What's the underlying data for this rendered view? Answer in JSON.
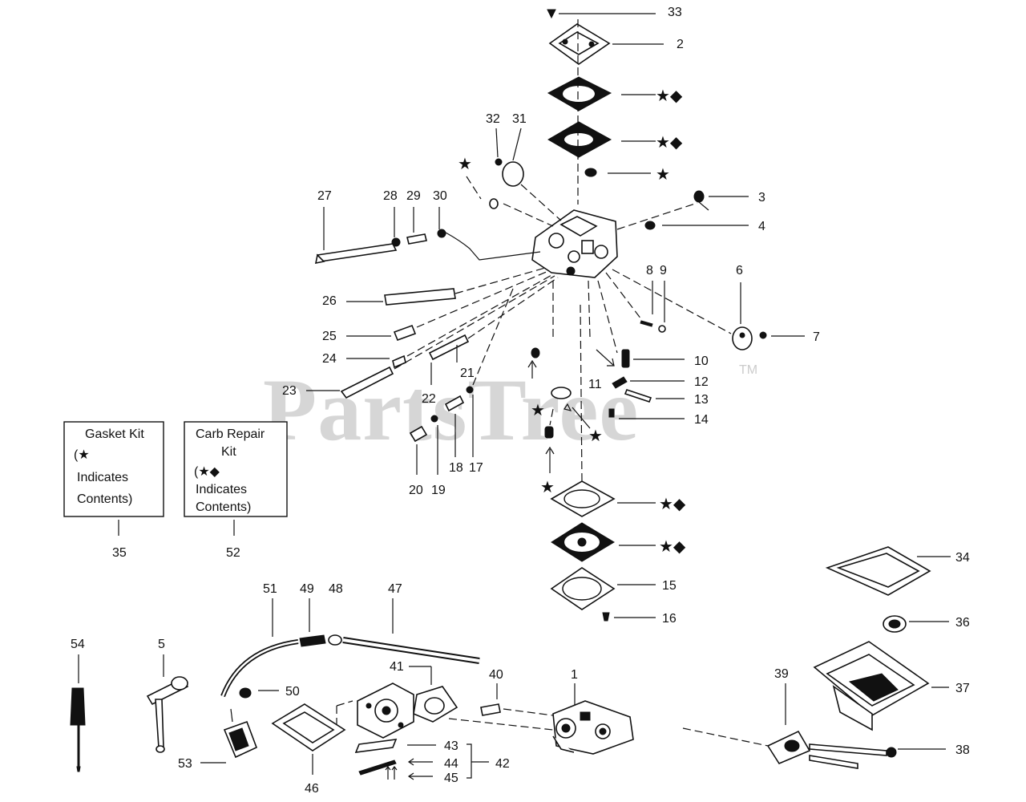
{
  "watermark": {
    "text": "PartsTree",
    "trademark": "TM"
  },
  "kits": [
    {
      "id": "gasket",
      "title": "Gasket Kit",
      "symbols": "(★",
      "line3": "Indicates",
      "line4": "Contents)",
      "number": "35"
    },
    {
      "id": "carb",
      "title": "Carb Repair",
      "title2": "Kit",
      "symbols": "(★◆",
      "line3": "Indicates",
      "line4": "Contents)",
      "number": "52"
    }
  ],
  "callouts": {
    "n33": "33",
    "n2": "2",
    "n3": "3",
    "n4": "4",
    "n6": "6",
    "n7": "7",
    "n8": "8",
    "n9": "9",
    "n10": "10",
    "n11": "11",
    "n12": "12",
    "n13": "13",
    "n14": "14",
    "n15": "15",
    "n16": "16",
    "n17": "17",
    "n18": "18",
    "n19": "19",
    "n20": "20",
    "n21": "21",
    "n22": "22",
    "n23": "23",
    "n24": "24",
    "n25": "25",
    "n26": "26",
    "n27": "27",
    "n28": "28",
    "n29": "29",
    "n30": "30",
    "n31": "31",
    "n32": "32",
    "n34": "34",
    "n36": "36",
    "n37": "37",
    "n38": "38",
    "n39": "39",
    "n40": "40",
    "n41": "41",
    "n42": "42",
    "n43": "43",
    "n44": "44",
    "n45": "45",
    "n46": "46",
    "n47": "47",
    "n48": "48",
    "n49": "49",
    "n50": "50",
    "n51": "51",
    "n53": "53",
    "n54": "54",
    "n5": "5",
    "n1": "1"
  },
  "symbols": {
    "star_diamond": "★◆",
    "star": "★"
  }
}
